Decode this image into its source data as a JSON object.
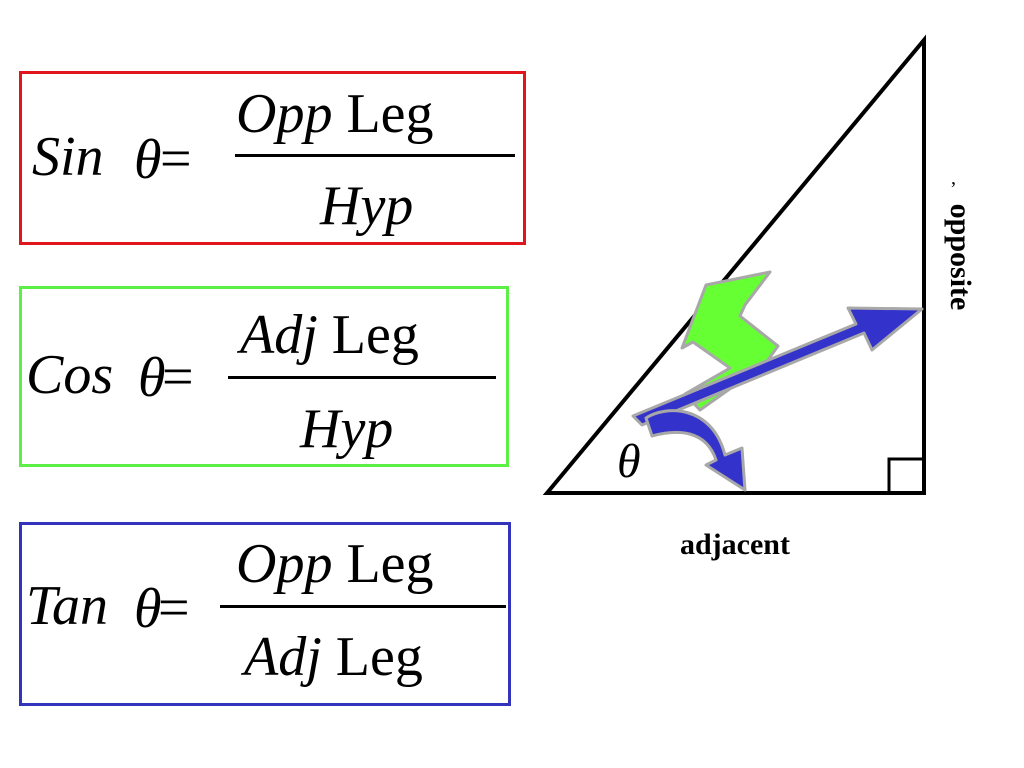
{
  "formulas": {
    "sin": {
      "fn": "Sin",
      "theta": "θ",
      "equals": "=",
      "numerator": {
        "var": "Opp",
        "word": "Leg"
      },
      "denominator": {
        "var": "Hyp",
        "word": ""
      },
      "border_color": "#e0161c"
    },
    "cos": {
      "fn": "Cos",
      "theta": "θ",
      "equals": "=",
      "numerator": {
        "var": "Adj",
        "word": "Leg"
      },
      "denominator": {
        "var": "Hyp",
        "word": ""
      },
      "border_color": "#5cf046"
    },
    "tan": {
      "fn": "Tan",
      "theta": "θ",
      "equals": "=",
      "numerator": {
        "var": "Opp",
        "word": "Leg"
      },
      "denominator": {
        "var": "Adj",
        "word": "Leg"
      },
      "border_color": "#3333bb"
    }
  },
  "triangle": {
    "angle_label": "θ",
    "adjacent_label": "adjacent",
    "opposite_label": "opposite",
    "stray_mark": ","
  },
  "colors": {
    "green_arrow": "#66ff33",
    "blue_arrow": "#3333cc",
    "arrow_outline": "#a8a8a8"
  }
}
